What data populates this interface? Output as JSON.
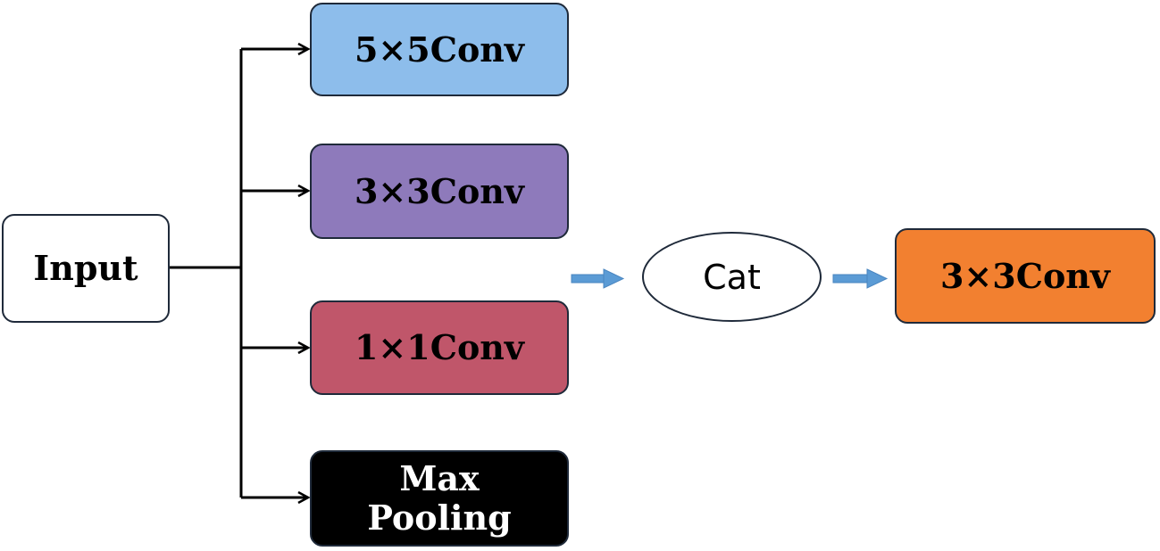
{
  "diagram": {
    "input": {
      "label": "Input"
    },
    "branches": [
      {
        "label": "5×5Conv",
        "color": "#8DBDEB"
      },
      {
        "label": "3×3Conv",
        "color": "#8E7ABB"
      },
      {
        "label": "1×1Conv",
        "color": "#C0566A"
      },
      {
        "label_line1": "Max",
        "label_line2": "Pooling",
        "color": "#000000"
      }
    ],
    "concat": {
      "label": "Cat"
    },
    "output": {
      "label": "3×3Conv",
      "color": "#F28030"
    },
    "colors": {
      "stroke": "#1f2a3a",
      "connector": "#000000",
      "flow_arrow": "#5B9BD5"
    }
  }
}
